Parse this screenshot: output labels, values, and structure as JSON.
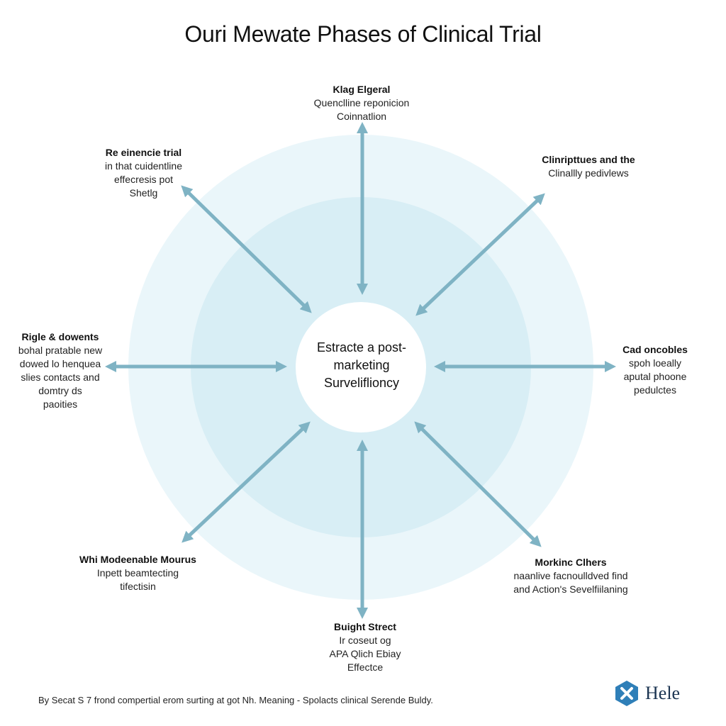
{
  "title": "Ouri Mewate Phases of Clinical Trial",
  "center": {
    "lines": [
      "Estracte a",
      "post-marketing",
      "Surveliflioncy"
    ]
  },
  "nodes": [
    {
      "id": "top",
      "title": "Klag Elgeral",
      "lines": [
        "Quenclline reponicion",
        "Coinnatlion"
      ]
    },
    {
      "id": "top-right",
      "title": "Clinripttues and the",
      "lines": [
        "Clinallly pedivlews"
      ]
    },
    {
      "id": "right",
      "title": "Cad oncobles",
      "lines": [
        "spoh loeally",
        "aputal phoone",
        "pedulctes"
      ]
    },
    {
      "id": "bottom-right",
      "title": "Morkinc Clhers",
      "lines": [
        "naanlive facnoulldved find",
        "and Action's Sevelfiilaning"
      ]
    },
    {
      "id": "bottom",
      "title": "Buight Strect",
      "lines": [
        "Ir coseut og",
        "APA Qlich Ebiay",
        "Effectce"
      ]
    },
    {
      "id": "bottom-left",
      "title": "Whi Modeenable Mourus",
      "lines": [
        "Inpett beamtecting",
        "tifectisin"
      ]
    },
    {
      "id": "left",
      "title": "Rigle & dowents",
      "lines": [
        "bohal pratable new",
        "dowed lo henquea",
        "slies contacts and",
        "domtry ds",
        "paoities"
      ]
    },
    {
      "id": "top-left",
      "title": "Re einencie trial",
      "lines": [
        "in that cuidentline",
        "effecresis pot",
        "Shetlg"
      ]
    }
  ],
  "footnote": "By Secat S 7 frond compertial erom surting at got Nh. Meaning - Spolacts clinical Serende Buldy.",
  "logo": {
    "icon": "hexagon-cross-logo-icon",
    "text": "Hele"
  },
  "colors": {
    "arrow": "#7fb3c4",
    "outer_ring": "#eaf6fa",
    "inner_ring": "#d8eef5",
    "center_fill": "#ffffff",
    "logo_icon": "#2f7fb8"
  }
}
